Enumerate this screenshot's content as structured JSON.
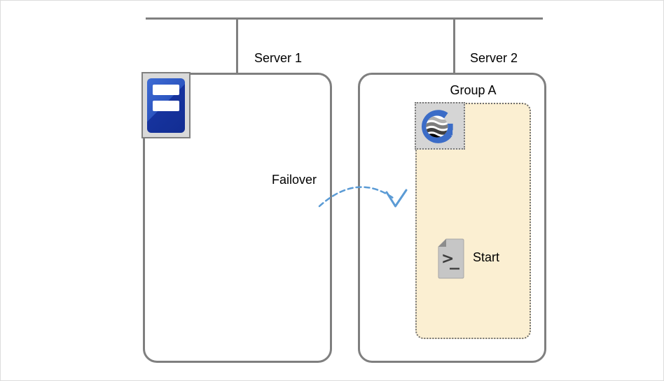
{
  "colors": {
    "frame_border": "#DCDCDC",
    "line_gray": "#808080",
    "box_border_gray": "#7F7F7F",
    "failover_blue": "#5B9BD5",
    "group_fill": "#FBEFD2",
    "group_border_gray": "#6E6E6E",
    "icon_bg_gray": "#D9D9D9",
    "server_icon_blue_light": "#3E6CD4",
    "server_icon_blue_dark": "#16339E",
    "g_logo_blue": "#3B6CC7",
    "doc_icon_gray": "#C6C6C6"
  },
  "servers": [
    {
      "label": "Server 1"
    },
    {
      "label": "Server 2"
    }
  ],
  "group": {
    "label": "Group A"
  },
  "failover": {
    "label": "Failover"
  },
  "start": {
    "label": "Start"
  },
  "icons": {
    "server1_icon": "server-tower-icon",
    "group_app_icon": "g-logo-application-icon",
    "start_icon": "script-file-icon"
  }
}
